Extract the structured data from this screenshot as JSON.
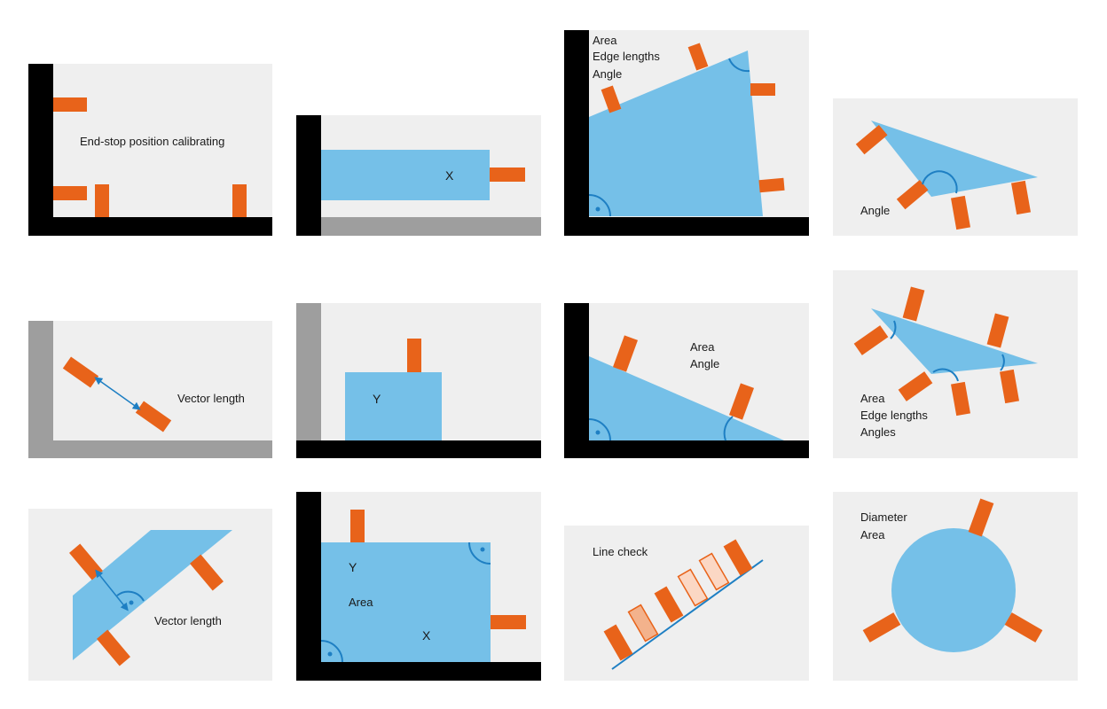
{
  "colors": {
    "panel": "#efefef",
    "wall": "#000000",
    "wall_gray": "#9e9e9e",
    "part": "#75c0e8",
    "sensor": "#e8631a",
    "sensor_light": "#f3b28c",
    "sensor_lighter": "#fbd7c4",
    "arc": "#1e7fc3"
  },
  "panels": [
    {
      "id": "endstop",
      "labels": [
        "End-stop position calibrating"
      ]
    },
    {
      "id": "x-measure",
      "axis": "X"
    },
    {
      "id": "quad-corner",
      "labels": [
        "Area",
        "Edge lengths",
        "Angle"
      ]
    },
    {
      "id": "triangle-angle",
      "labels": [
        "Angle"
      ]
    },
    {
      "id": "vector-length-1",
      "labels": [
        "Vector length"
      ]
    },
    {
      "id": "y-measure",
      "axis": "Y"
    },
    {
      "id": "triangle-corner",
      "labels": [
        "Area",
        "Angle"
      ]
    },
    {
      "id": "triangle-free",
      "labels": [
        "Area",
        "Edge lengths",
        "Angles"
      ]
    },
    {
      "id": "vector-length-2",
      "labels": [
        "Vector length"
      ]
    },
    {
      "id": "xy-area",
      "axes": [
        "Y",
        "X"
      ],
      "labels": [
        "Area"
      ]
    },
    {
      "id": "line-check",
      "labels": [
        "Line check"
      ]
    },
    {
      "id": "circle",
      "labels": [
        "Diameter",
        "Area"
      ]
    }
  ]
}
